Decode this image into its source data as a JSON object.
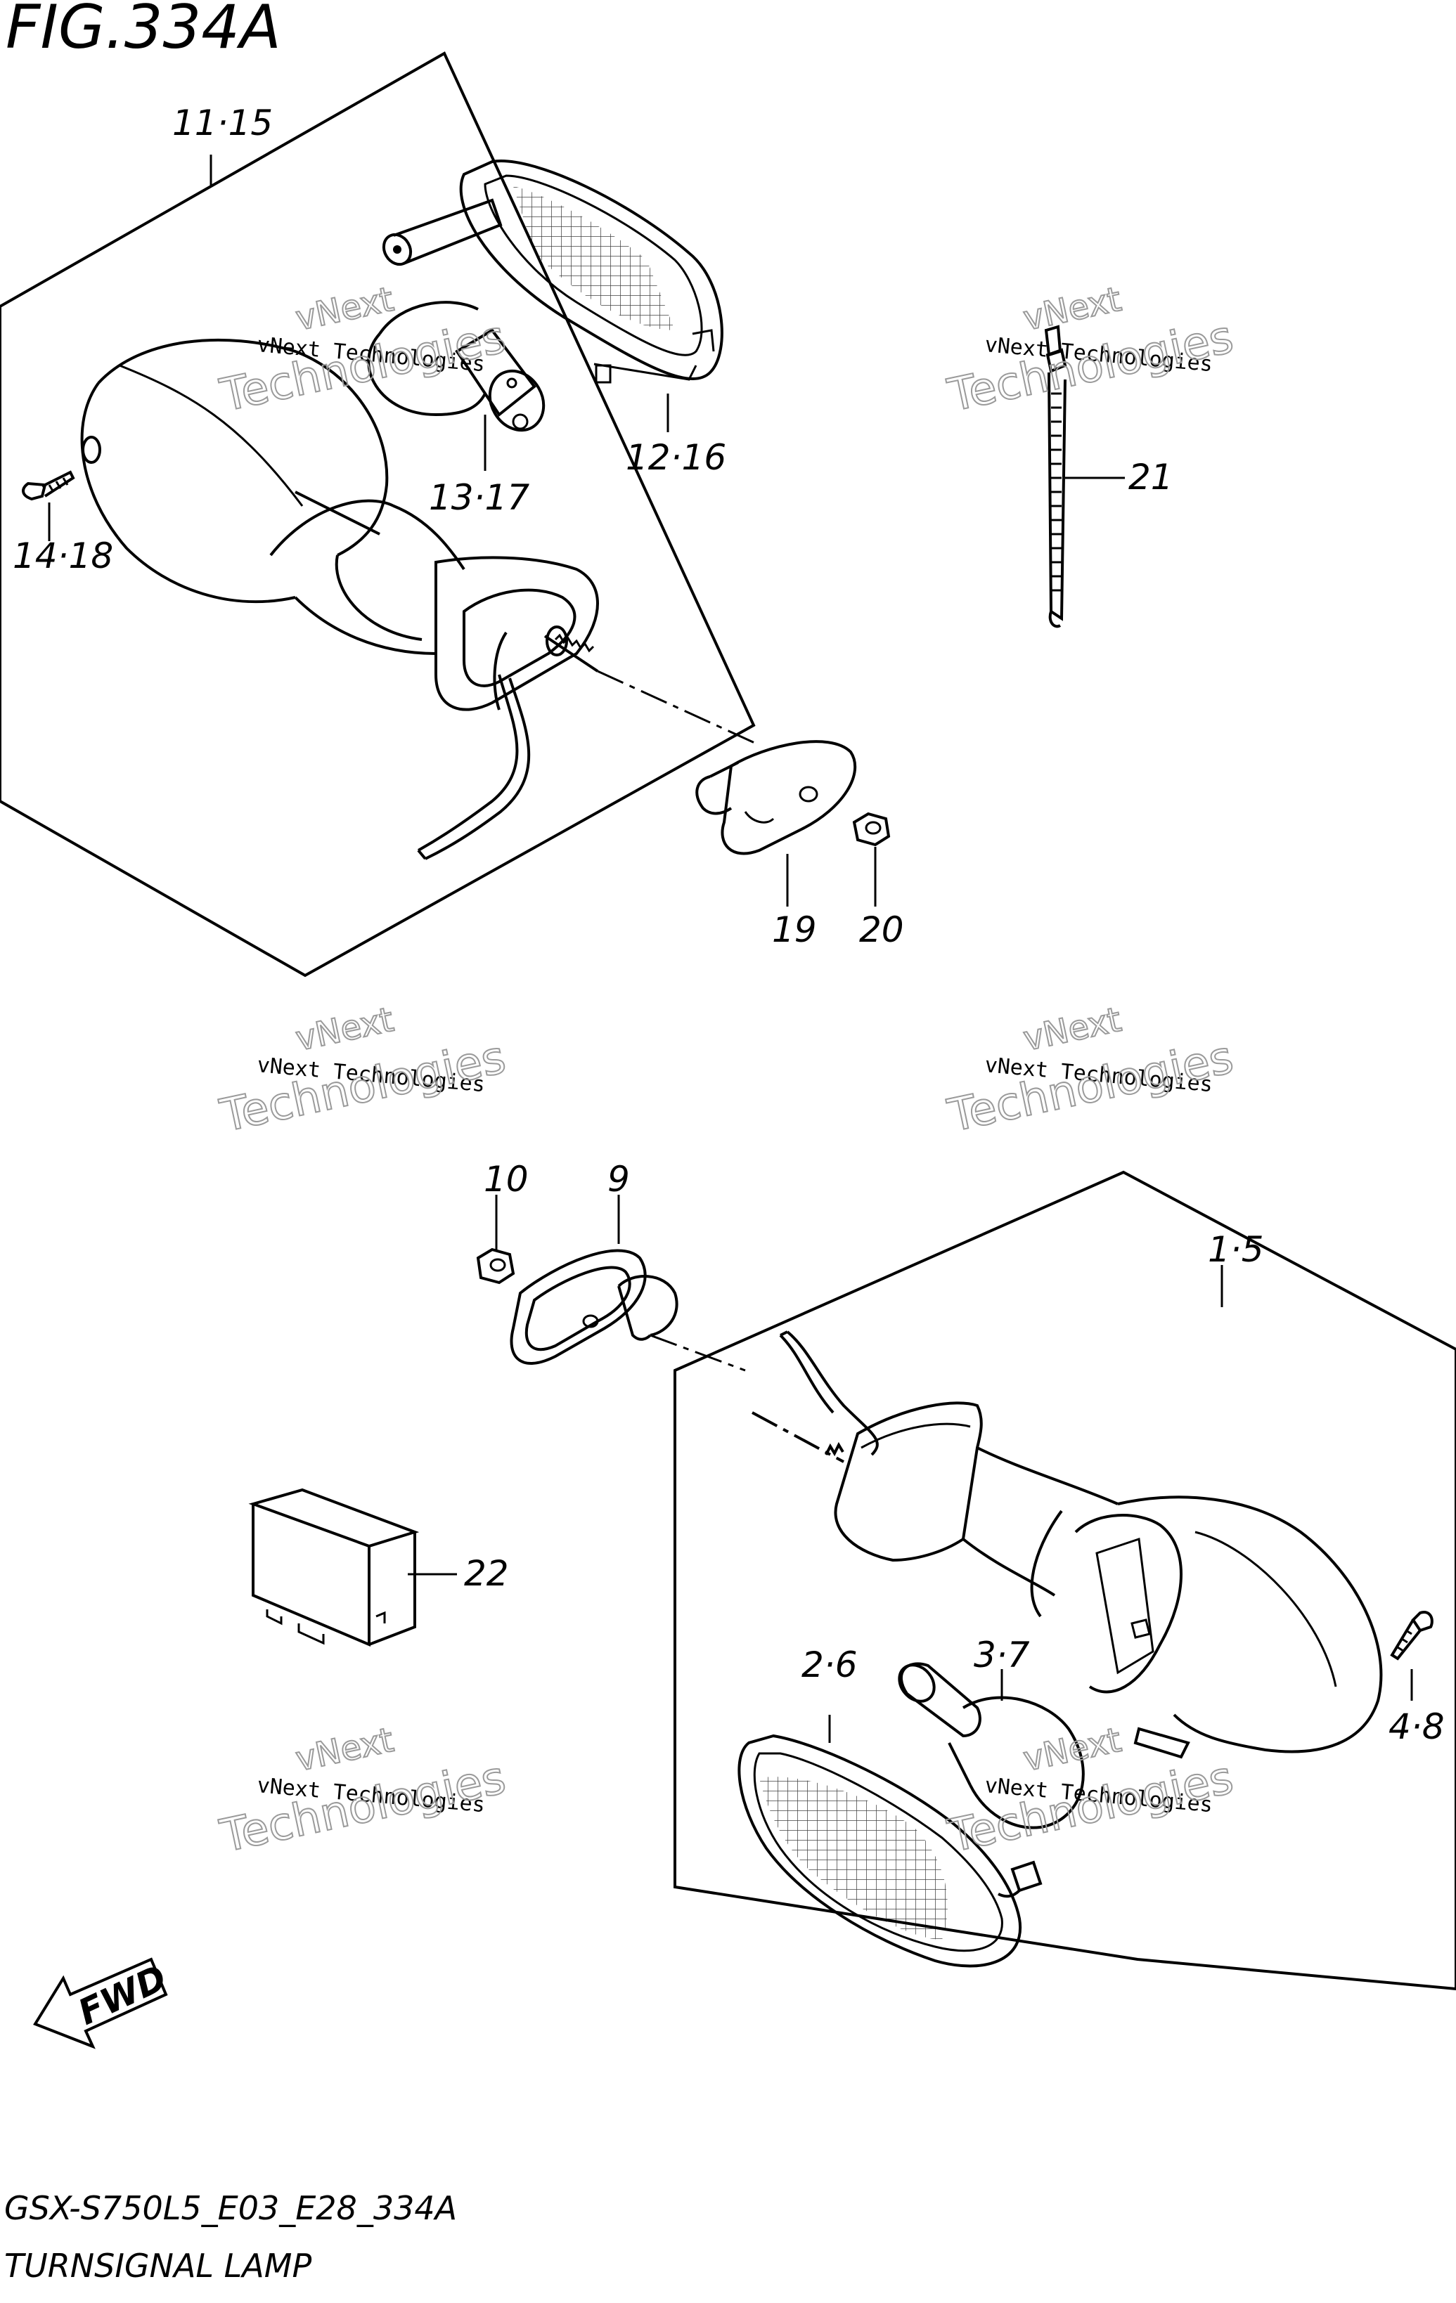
{
  "figure": {
    "title": "FIG.334A",
    "model_code": "GSX-S750L5_E03_E28_334A",
    "assembly_name": "TURNSIGNAL LAMP",
    "fwd_label": "FWD"
  },
  "callouts": [
    {
      "id": "c-11-15",
      "text": "11·15"
    },
    {
      "id": "c-12-16",
      "text": "12·16"
    },
    {
      "id": "c-13-17",
      "text": "13·17"
    },
    {
      "id": "c-14-18",
      "text": "14·18"
    },
    {
      "id": "c-19",
      "text": "19"
    },
    {
      "id": "c-20",
      "text": "20"
    },
    {
      "id": "c-21",
      "text": "21"
    },
    {
      "id": "c-10",
      "text": "10"
    },
    {
      "id": "c-9",
      "text": "9"
    },
    {
      "id": "c-1-5",
      "text": "1·5"
    },
    {
      "id": "c-22",
      "text": "22"
    },
    {
      "id": "c-2-6",
      "text": "2·6"
    },
    {
      "id": "c-3-7",
      "text": "3·7"
    },
    {
      "id": "c-4-8",
      "text": "4·8"
    }
  ],
  "watermark": {
    "line1": "vNext",
    "line2": "vNext Technologies",
    "line3": "Technologies"
  },
  "colors": {
    "line": "#000000",
    "watermark": "#9a9a9a",
    "background": "#ffffff"
  }
}
